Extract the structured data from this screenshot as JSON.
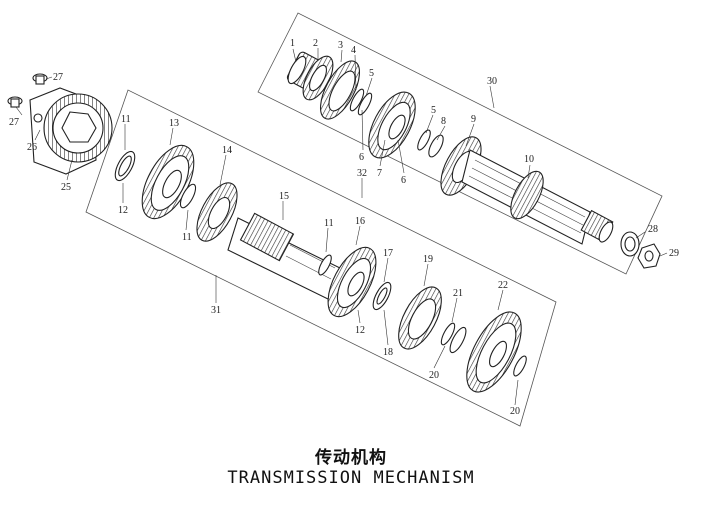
{
  "title": {
    "chinese": "传动机构",
    "english": "TRANSMISSION MECHANISM"
  },
  "part_labels": [
    "1",
    "2",
    "3",
    "4",
    "5",
    "6",
    "7",
    "6",
    "5",
    "8",
    "9",
    "10",
    "30",
    "11",
    "13",
    "12",
    "11",
    "14",
    "15",
    "32",
    "11",
    "16",
    "12",
    "17",
    "18",
    "19",
    "21",
    "20",
    "22",
    "20",
    "31",
    "27",
    "27",
    "26",
    "25",
    "28",
    "29"
  ]
}
